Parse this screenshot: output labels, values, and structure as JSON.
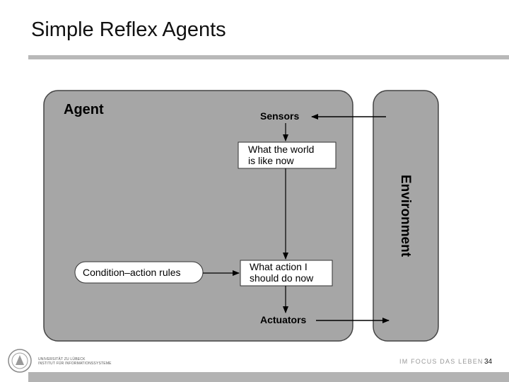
{
  "slide": {
    "title": "Simple Reflex Agents",
    "page_number": "34"
  },
  "diagram": {
    "agent_label": "Agent",
    "environment_label": "Environment",
    "sensors_label": "Sensors",
    "actuators_label": "Actuators",
    "world_box": {
      "line1": "What the world",
      "line2": "is like now"
    },
    "action_box": {
      "line1": "What action I",
      "line2": "should do now"
    },
    "rules_label": "Condition–action rules"
  },
  "footer": {
    "university_line1": "UNIVERSITÄT ZU LÜBECK",
    "university_line2": "INSTITUT FÜR INFORMATIONSSYSTEME",
    "slogan": "IM FOCUS DAS LEBEN"
  },
  "colors": {
    "panel": "#a6a6a6",
    "rule": "#b9b9b9",
    "slogan": "#999999"
  }
}
